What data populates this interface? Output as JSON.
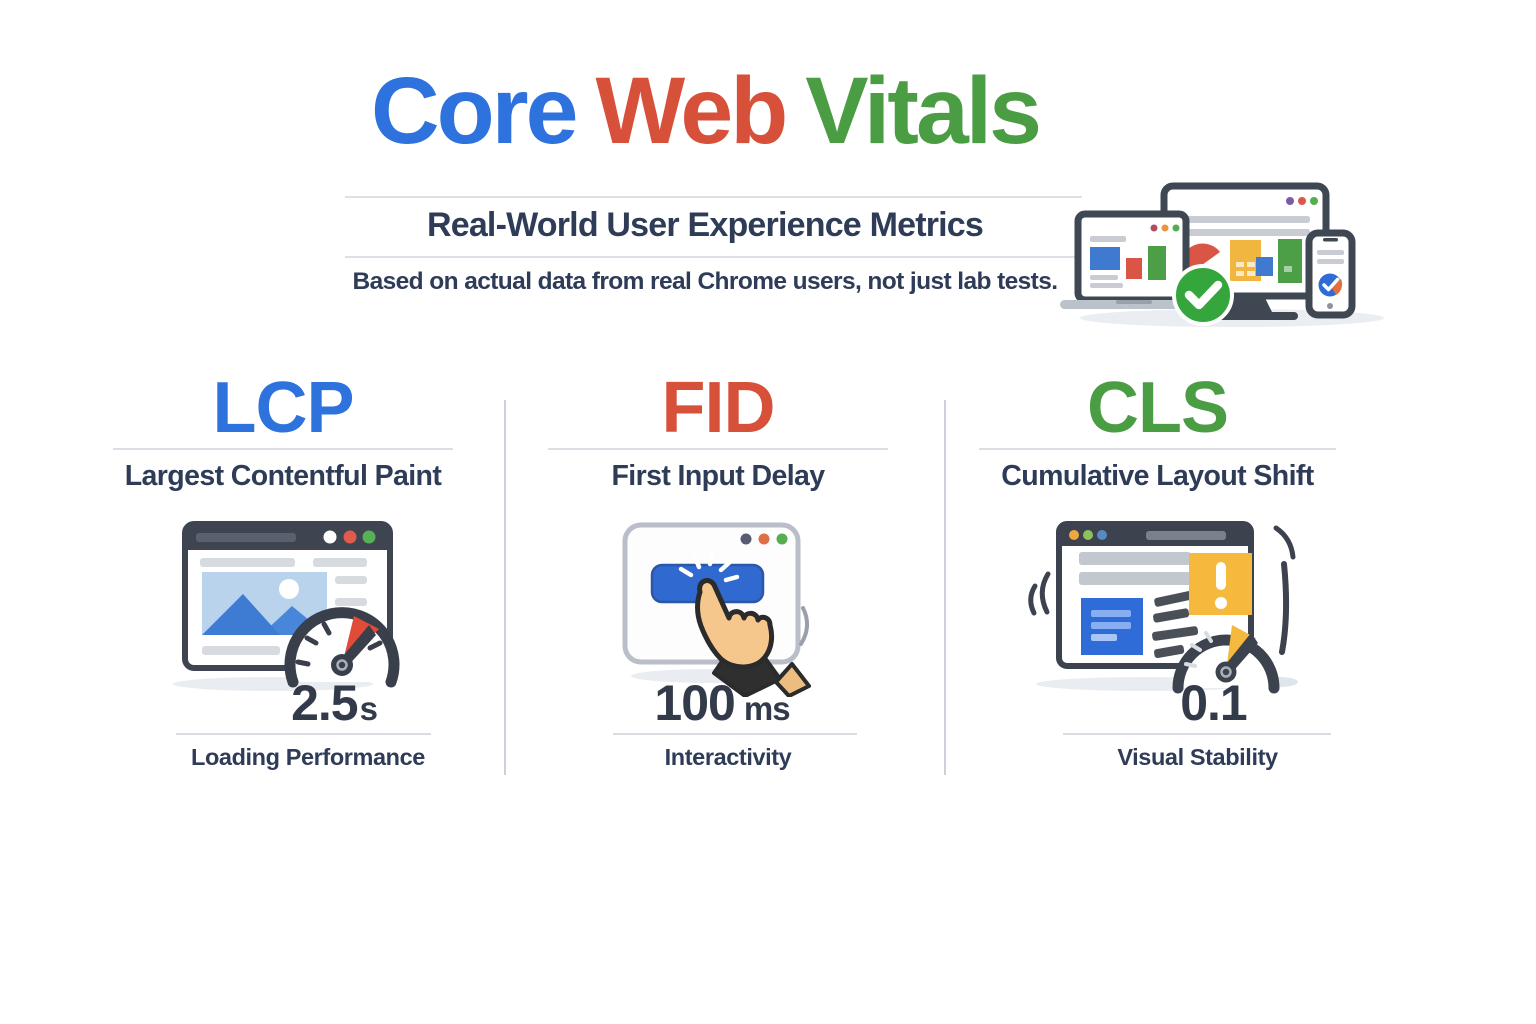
{
  "header": {
    "title": {
      "words": [
        {
          "text": "Core",
          "color": "#2e72dd"
        },
        {
          "text": "Web",
          "color": "#d6503a"
        },
        {
          "text": "Vitals",
          "color": "#4a9d43"
        }
      ]
    },
    "subtitle": "Real-World User Experience Metrics",
    "tagline": "Based on actual data from real Chrome users, not just lab tests."
  },
  "illustration": {
    "icons": [
      "laptop-icon",
      "desktop-monitor-icon",
      "smartphone-icon",
      "check-badge-icon"
    ],
    "badge_color": "#35a63c"
  },
  "metrics": [
    {
      "abbr": "LCP",
      "accent": "#2e72dd",
      "name": "Largest Contentful Paint",
      "value": "2.5",
      "unit": "s",
      "label": "Loading Performance",
      "icon": "browser-image-speedometer-icon"
    },
    {
      "abbr": "FID",
      "accent": "#d6503a",
      "name": "First Input Delay",
      "value": "100",
      "unit": "ms",
      "label": "Interactivity",
      "icon": "click-hand-button-icon"
    },
    {
      "abbr": "CLS",
      "accent": "#4a9d43",
      "name": "Cumulative Layout Shift",
      "value": "0.1",
      "unit": "",
      "label": "Visual Stability",
      "icon": "layout-shift-speedometer-icon"
    }
  ]
}
